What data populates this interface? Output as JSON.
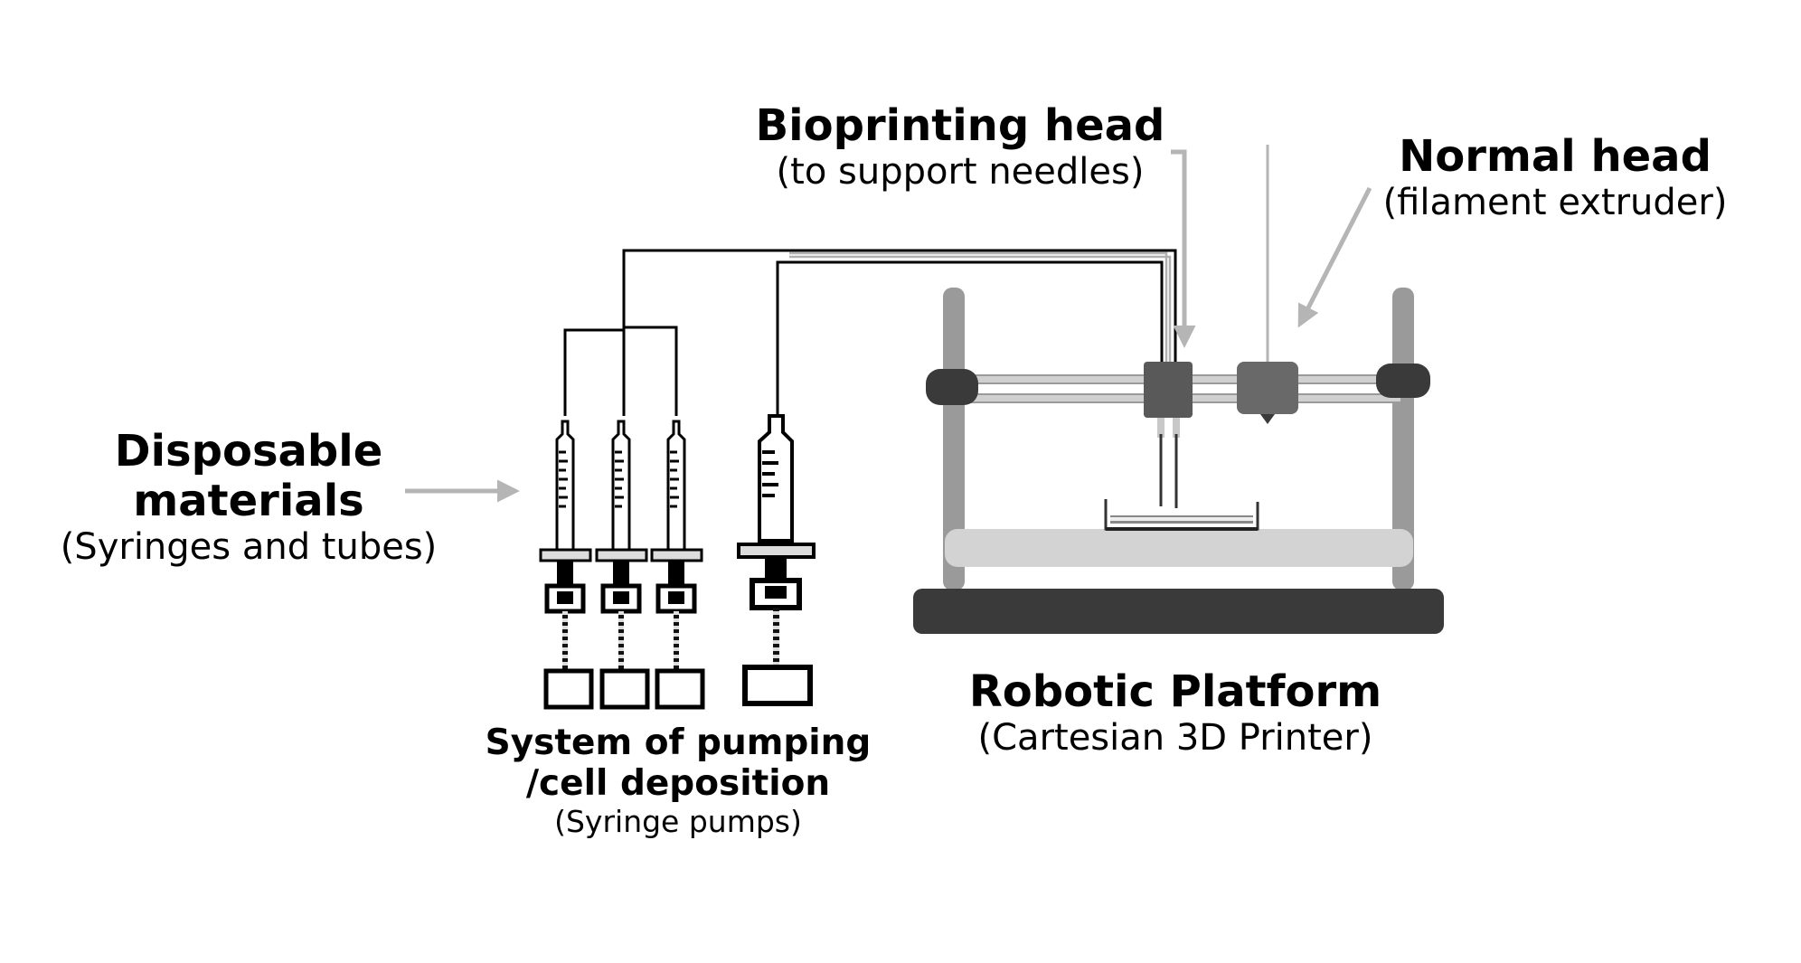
{
  "labels": {
    "bioprinting_head": {
      "title": "Bioprinting head",
      "subtitle": "(to support needles)"
    },
    "normal_head": {
      "title": "Normal head",
      "subtitle": "(filament extruder)"
    },
    "disposable": {
      "title_line1": "Disposable",
      "title_line2": "materials",
      "subtitle": "(Syringes and tubes)"
    },
    "pumping": {
      "title_line1": "System of pumping",
      "title_line2": "/cell deposition",
      "subtitle": "(Syringe pumps)"
    },
    "robotic": {
      "title": "Robotic Platform",
      "subtitle": "(Cartesian 3D Printer)"
    }
  },
  "colors": {
    "arrow": "#b5b5b5",
    "frame": "#9a9a9a",
    "dark": "#3a3a3a",
    "head": "#666666",
    "tube": "#000000"
  }
}
